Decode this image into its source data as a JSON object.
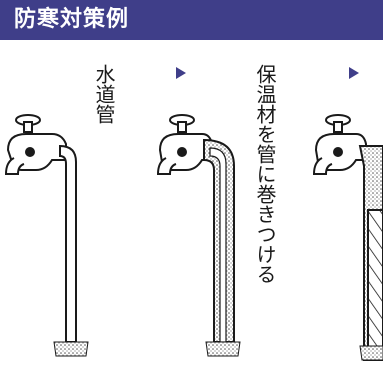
{
  "title": "防寒対策例",
  "labels": {
    "water_pipe": "水道管",
    "insulation": "保温材を管に巻きつける"
  },
  "colors": {
    "title_bg": "#3f3e89",
    "title_text": "#ffffff",
    "line": "#1a1a1a",
    "insulation_fill": "#bdbdbd"
  },
  "icons": [
    "faucet-icon",
    "arrow-right-icon",
    "ground-icon"
  ]
}
